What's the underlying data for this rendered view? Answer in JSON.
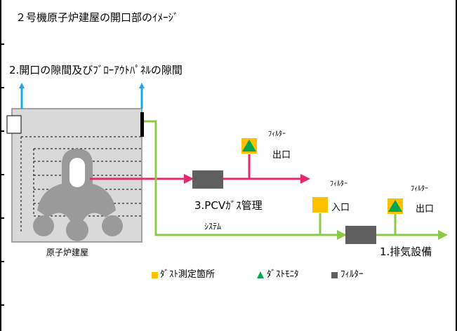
{
  "title": "２号機原子炉建屋の開口部のｲﾒｰｼﾞ",
  "labels": {
    "gap_label": "2.開口の隙間及びﾌﾞﾛｰｱｳﾄﾊﾟﾈﾙの隙間",
    "building": "原子炉建屋",
    "pcv_line1": "3.PCVｶﾞｽ管理",
    "pcv_line2": "ｼｽﾃﾑ",
    "exhaust": "1.排気設備",
    "filter_outlet_top": "ﾌｨﾙﾀｰ",
    "filter_outlet_top_sub": "出口",
    "filter_inlet": "ﾌｨﾙﾀｰ",
    "filter_inlet_sub": "入口",
    "filter_outlet_right": "ﾌｨﾙﾀｰ",
    "filter_outlet_right_sub": "出口"
  },
  "legend": {
    "dust_point_label": "ﾀﾞｽﾄ測定箇所",
    "dust_monitor_label": "ﾀﾞｽﾄﾓﾆﾀ",
    "filter_label": "ﾌｨﾙﾀｰ"
  },
  "colors": {
    "blue_arrow": "#1aa7e8",
    "pink_line": "#e8286e",
    "green_line": "#8cc84a",
    "dust_point": "#ffc000",
    "dust_monitor": "#00a651",
    "filter": "#5f5f5f",
    "building_fill": "#d9d9d9",
    "vessel": "#9a9a9a"
  }
}
